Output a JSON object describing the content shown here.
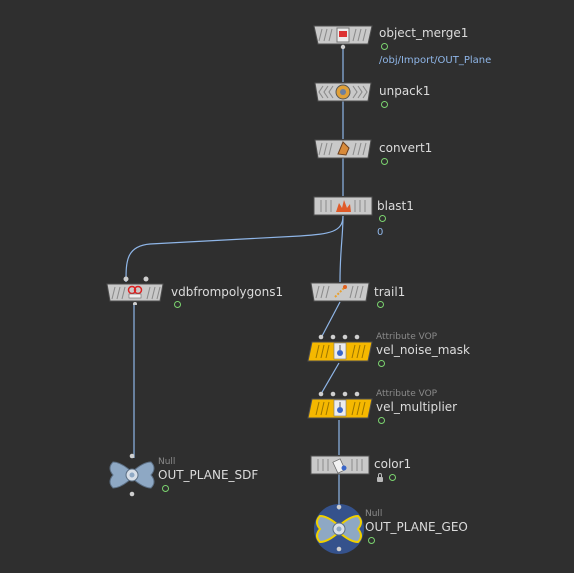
{
  "network": {
    "nodes": [
      {
        "id": "object_merge1",
        "label": "object_merge1",
        "path": "/obj/Import/OUT_Plane",
        "icon": "object-merge-icon"
      },
      {
        "id": "unpack1",
        "label": "unpack1",
        "icon": "unpack-icon"
      },
      {
        "id": "convert1",
        "label": "convert1",
        "icon": "convert-icon"
      },
      {
        "id": "blast1",
        "label": "blast1",
        "value": "0",
        "icon": "blast-icon"
      },
      {
        "id": "vdbfrompolygons1",
        "label": "vdbfrompolygons1",
        "icon": "vdb-icon"
      },
      {
        "id": "trail1",
        "label": "trail1",
        "icon": "trail-icon"
      },
      {
        "id": "vel_noise_mask",
        "label": "vel_noise_mask",
        "type": "Attribute VOP",
        "icon": "vop-icon"
      },
      {
        "id": "vel_multiplier",
        "label": "vel_multiplier",
        "type": "Attribute VOP",
        "icon": "vop-icon"
      },
      {
        "id": "color1",
        "label": "color1",
        "icon": "color-icon"
      },
      {
        "id": "OUT_PLANE_SDF",
        "label": "OUT_PLANE_SDF",
        "type": "Null",
        "icon": "null-icon"
      },
      {
        "id": "OUT_PLANE_GEO",
        "label": "OUT_PLANE_GEO",
        "type": "Null",
        "icon": "null-icon"
      }
    ]
  },
  "colors": {
    "background": "#2f2f2f",
    "node_default": "#c9c9c9",
    "node_vop": "#f5b800",
    "wire": "#8fb6e8",
    "flag": "#7bd36f",
    "display_flag": "#3b6fd8"
  }
}
